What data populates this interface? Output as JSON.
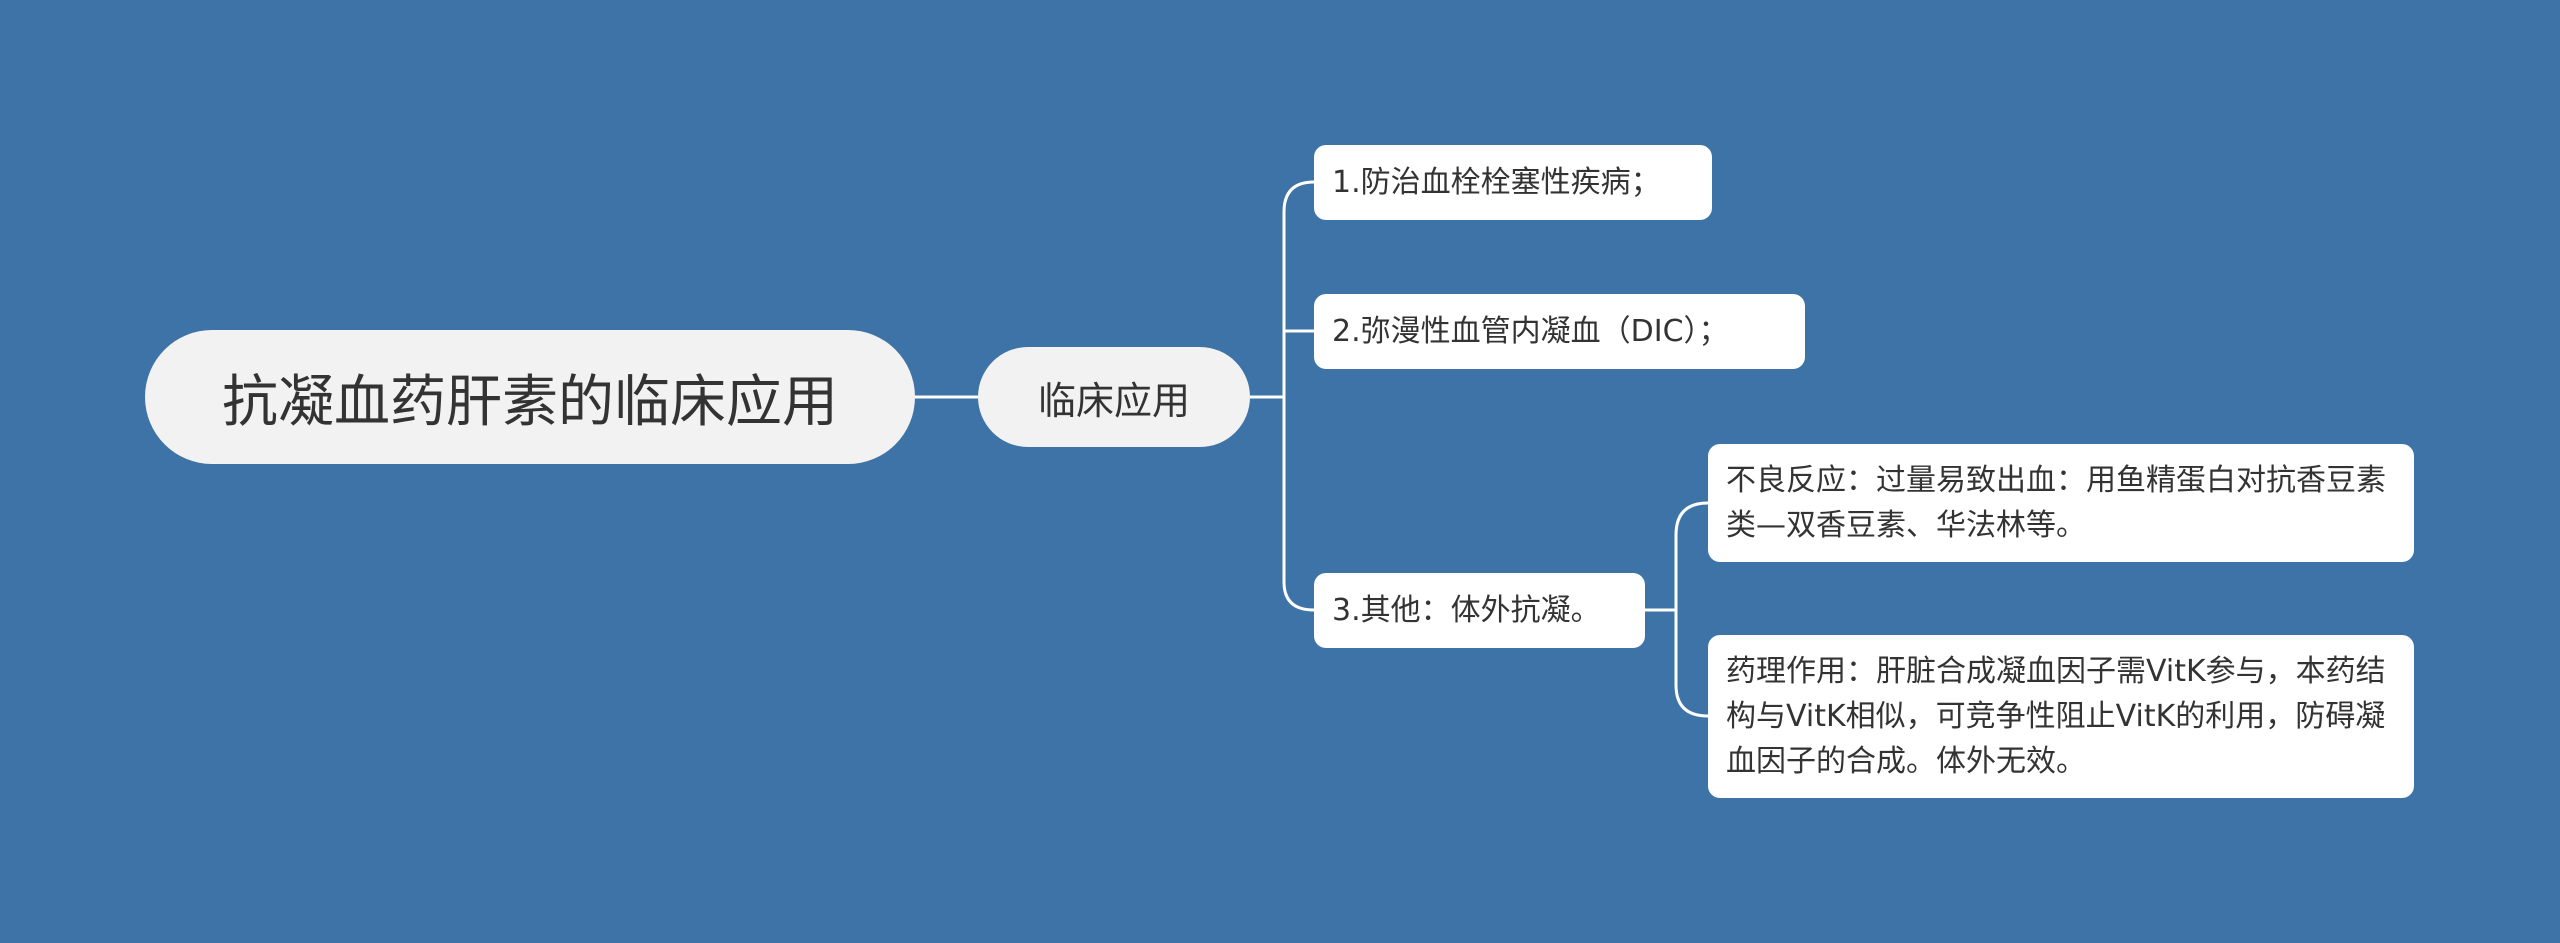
{
  "root": {
    "label": "抗凝血药肝素的临床应用"
  },
  "main": {
    "label": "临床应用"
  },
  "branches": [
    {
      "label": "1.防治血栓栓塞性疾病；"
    },
    {
      "label": "2.弥漫性血管内凝血（DIC）；"
    },
    {
      "label": "3.其他：体外抗凝。",
      "children": [
        {
          "label": "不良反应：过量易致出血：用鱼精蛋白对抗香豆素类—双香豆素、华法林等。"
        },
        {
          "label": "药理作用：肝脏合成凝血因子需VitK参与，本药结构与VitK相似，可竞争性阻止VitK的利用，防碍凝血因子的合成。体外无效。"
        }
      ]
    }
  ],
  "colors": {
    "background": "#3d73a6",
    "line": "#ffffff",
    "node_fill": "#ffffff",
    "root_fill": "#f2f2f2",
    "text": "#333333"
  }
}
